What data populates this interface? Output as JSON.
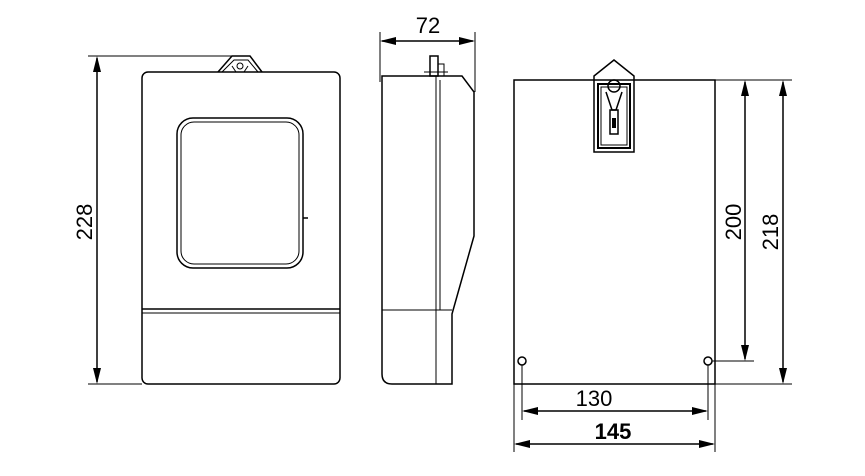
{
  "dimensions": {
    "front_height": "228",
    "side_depth": "72",
    "back_height_total": "218",
    "back_hole_height": "200",
    "back_hole_spacing": "130",
    "back_width": "145"
  },
  "colors": {
    "line": "#000000",
    "background": "#ffffff"
  }
}
